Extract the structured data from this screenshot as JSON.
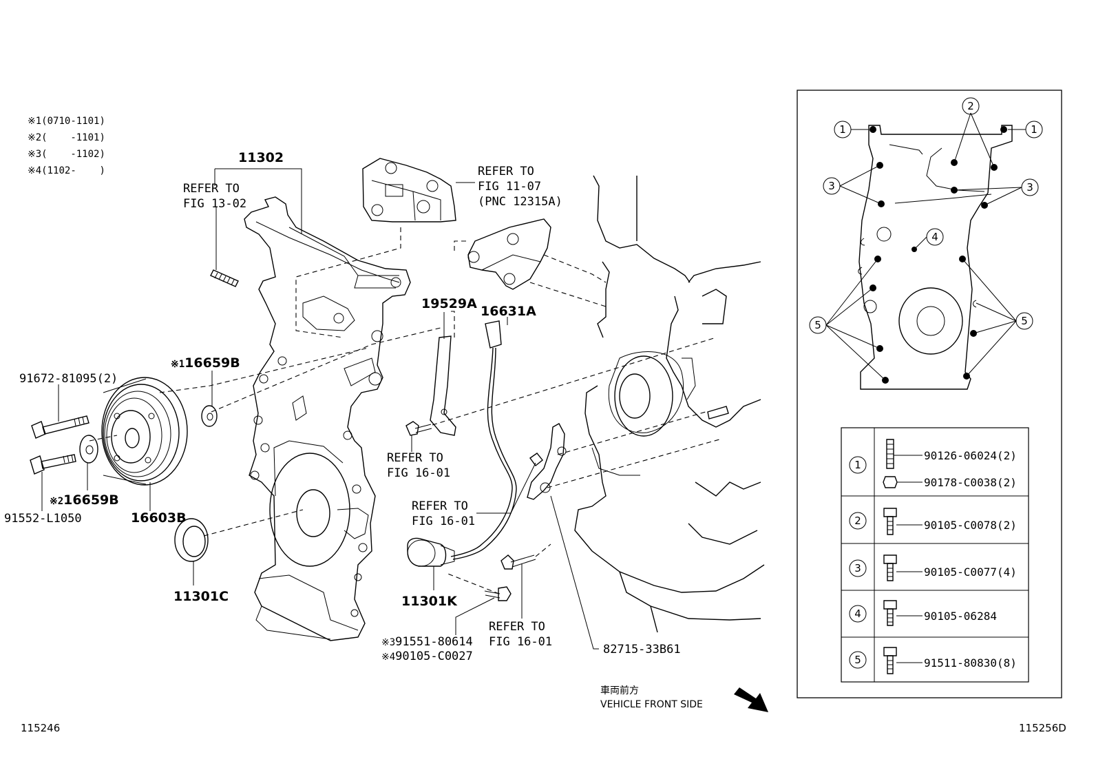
{
  "notes": [
    {
      "mark": "※1",
      "range": "(0710-1101)"
    },
    {
      "mark": "※2",
      "range": "(    -1101)"
    },
    {
      "mark": "※3",
      "range": "(    -1102)"
    },
    {
      "mark": "※4",
      "range": "(1102-    )"
    }
  ],
  "labels": {
    "p11302": "11302",
    "ref1302_l1": "REFER TO",
    "ref1302_l2": "FIG 13-02",
    "ref1107_l1": "REFER TO",
    "ref1107_l2": "FIG 11-07",
    "ref1107_l3": "(PNC 12315A)",
    "p19529A": "19529A",
    "p16631A": "16631A",
    "n16659B_top_mark": "※1",
    "p16659B_top": "16659B",
    "p91672": "91672-81095(2)",
    "n16659B_bot_mark": "※2",
    "p16659B_bot": "16659B",
    "p91552": "91552-L1050",
    "p16603B": "16603B",
    "p11301C": "11301C",
    "ref1601a_l1": "REFER TO",
    "ref1601a_l2": "FIG 16-01",
    "ref1601b_l1": "REFER TO",
    "ref1601b_l2": "FIG 16-01",
    "p11301K": "11301K",
    "n91551_mark": "※3",
    "p91551": "91551-80614",
    "n90105_mark": "※4",
    "p90105C0027": "90105-C0027",
    "ref1601c_l1": "REFER TO",
    "ref1601c_l2": "FIG 16-01",
    "p82715": "82715-33B61",
    "front_jp": "車両前方",
    "front_en": "VEHICLE FRONT SIDE",
    "id_left": "115246",
    "id_right": "115256D"
  },
  "bolt_callouts": [
    "1",
    "2",
    "3",
    "4",
    "5"
  ],
  "bolt_table": [
    {
      "key": "1",
      "parts": [
        "90126-06024(2)",
        "90178-C0038(2)"
      ]
    },
    {
      "key": "2",
      "parts": [
        "90105-C0078(2)"
      ]
    },
    {
      "key": "3",
      "parts": [
        "90105-C0077(4)"
      ]
    },
    {
      "key": "4",
      "parts": [
        "90105-06284"
      ]
    },
    {
      "key": "5",
      "parts": [
        "91511-80830(8)"
      ]
    }
  ]
}
